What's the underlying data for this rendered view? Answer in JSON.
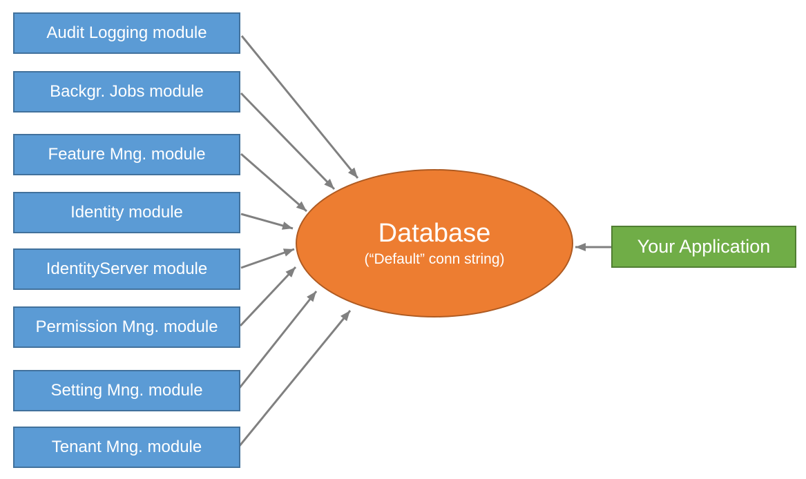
{
  "diagram": {
    "modules": [
      {
        "id": "audit-logging",
        "label": "Audit Logging module"
      },
      {
        "id": "background-jobs",
        "label": "Backgr. Jobs module"
      },
      {
        "id": "feature-management",
        "label": "Feature Mng. module"
      },
      {
        "id": "identity",
        "label": "Identity module"
      },
      {
        "id": "identity-server",
        "label": "IdentityServer module"
      },
      {
        "id": "permission-management",
        "label": "Permission Mng. module"
      },
      {
        "id": "setting-management",
        "label": "Setting Mng. module"
      },
      {
        "id": "tenant-management",
        "label": "Tenant Mng. module"
      }
    ],
    "database": {
      "title": "Database",
      "subtitle": "(“Default” conn string)"
    },
    "application": {
      "label": "Your Application"
    },
    "connections": [
      {
        "from": "audit-logging",
        "to": "database"
      },
      {
        "from": "background-jobs",
        "to": "database"
      },
      {
        "from": "feature-management",
        "to": "database"
      },
      {
        "from": "identity",
        "to": "database"
      },
      {
        "from": "identity-server",
        "to": "database"
      },
      {
        "from": "permission-management",
        "to": "database"
      },
      {
        "from": "setting-management",
        "to": "database"
      },
      {
        "from": "tenant-management",
        "to": "database"
      },
      {
        "from": "your-application",
        "to": "database"
      }
    ]
  },
  "colors": {
    "module_fill": "#5B9BD5",
    "module_border": "#41719C",
    "database_fill": "#ED7D31",
    "database_border": "#AE5A21",
    "application_fill": "#70AD47",
    "application_border": "#507E32",
    "arrow": "#808080",
    "background": "#FFFFFF",
    "text": "#FFFFFF"
  }
}
